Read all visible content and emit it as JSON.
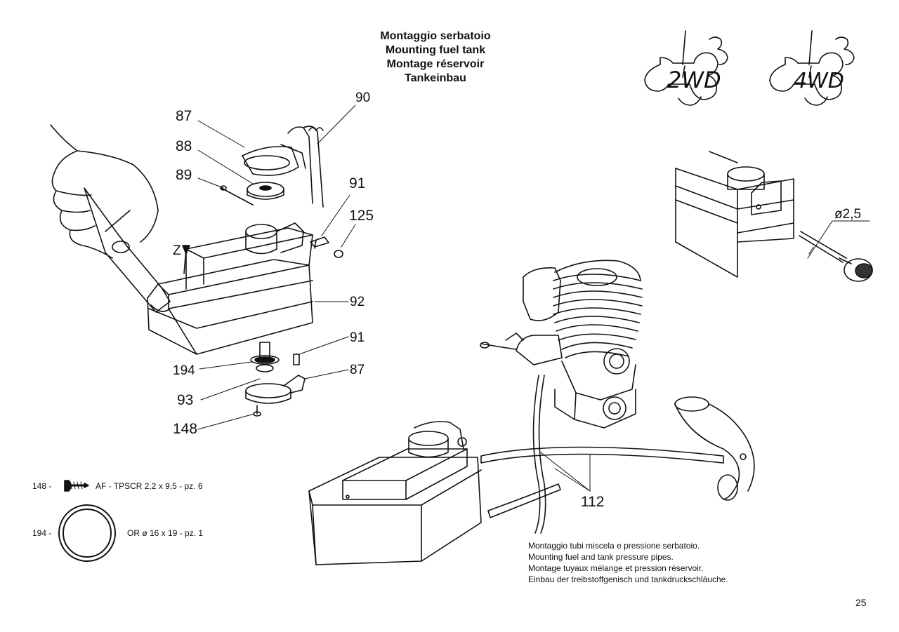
{
  "title": {
    "lines": [
      "Montaggio serbatoio",
      "Mounting fuel tank",
      "Montage réservoir",
      "Tankeinbau"
    ]
  },
  "badges": {
    "left": "2WD",
    "right": "4WD"
  },
  "part_labels": {
    "p87a": "87",
    "p88": "88",
    "p89": "89",
    "p90": "90",
    "p91a": "91",
    "p125": "125",
    "z": "Z",
    "p92": "92",
    "p91b": "91",
    "p194": "194",
    "p87b": "87",
    "p93": "93",
    "p148": "148",
    "p112": "112",
    "diameter": "ø2,5"
  },
  "legend": {
    "screw": {
      "code": "148 -",
      "text": "AF - TPSCR 2,2 x 9,5 - pz. 6"
    },
    "oring": {
      "code": "194 -",
      "text": "OR ø 16 x 19 - pz. 1"
    }
  },
  "caption": {
    "lines": [
      "Montaggio tubi miscela e pressione serbatoio.",
      "Mounting fuel and tank pressure pipes.",
      "Montage tuyaux mélange et pression réservoir.",
      "Einbau der treibstoffgenisch und tankdruckschläuche."
    ]
  },
  "page_number": "25"
}
